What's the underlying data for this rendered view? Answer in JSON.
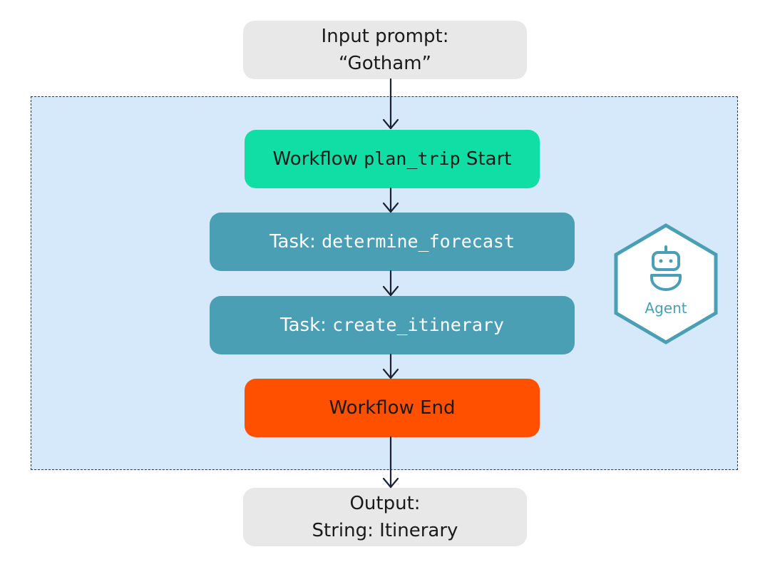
{
  "diagram": {
    "input": {
      "line1": "Input prompt:",
      "line2": "“Gotham”"
    },
    "start": {
      "prefix": "Workflow ",
      "code": "plan_trip",
      "suffix": " Start"
    },
    "tasks": [
      {
        "prefix": "Task: ",
        "code": "determine_forecast"
      },
      {
        "prefix": "Task: ",
        "code": "create_itinerary"
      }
    ],
    "end": {
      "label": "Workflow End"
    },
    "output": {
      "line1": "Output:",
      "line2": "String: Itinerary"
    },
    "agent": {
      "label": "Agent",
      "icon": "robot-icon"
    },
    "colors": {
      "agent_zone": "#d6e9fa",
      "io_node": "#e8e8e8",
      "start_node": "#10dea4",
      "task_node": "#4a9fb4",
      "end_node": "#ff5000",
      "agent_accent": "#4a9fb4"
    },
    "edges": [
      [
        "input",
        "start"
      ],
      [
        "start",
        "task1"
      ],
      [
        "task1",
        "task2"
      ],
      [
        "task2",
        "end"
      ],
      [
        "end",
        "output"
      ]
    ]
  }
}
